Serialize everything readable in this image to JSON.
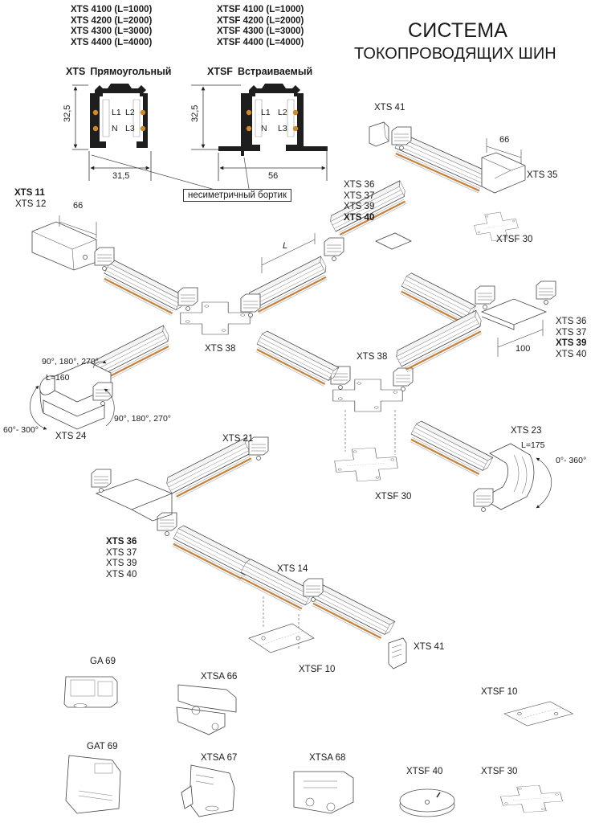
{
  "title": {
    "line1": "СИСТЕМА",
    "line2": "ТОКОПРОВОДЯЩИХ ШИН"
  },
  "track_models": {
    "xts": [
      "XTS 4100 (L=1000)",
      "XTS 4200 (L=2000)",
      "XTS 4300 (L=3000)",
      "XTS 4400 (L=4000)"
    ],
    "xtsf": [
      "XTSF 4100 (L=1000)",
      "XTSF 4200 (L=2000)",
      "XTSF 4300 (L=3000)",
      "XTSF 4400 (L=4000)"
    ]
  },
  "profiles": {
    "xts": {
      "code": "XTS",
      "name": "Прямоугольный",
      "height": "32,5",
      "width": "31,5",
      "phases": [
        "L1",
        "N",
        "L2",
        "L3"
      ]
    },
    "xtsf": {
      "code": "XTSF",
      "name": "Встраиваемый",
      "height": "32,5",
      "width": "56",
      "phases": [
        "L1",
        "N",
        "L2",
        "L3"
      ]
    },
    "callout": "несиметричный бортик"
  },
  "labels": {
    "xts41_top": "XTS 41",
    "dim_66_top": "66",
    "xts35": "XTS 35",
    "group_top": [
      {
        "text": "XTS 36",
        "bold": false
      },
      {
        "text": "XTS 37",
        "bold": false
      },
      {
        "text": "XTS 39",
        "bold": false
      },
      {
        "text": "XTS 40",
        "bold": true
      }
    ],
    "xtsf30_top": "XTSF 30",
    "xts11": "XTS 11",
    "xts12": "XTS 12",
    "dim_66_left": "66",
    "dim_L": "L",
    "group_right": [
      {
        "text": "XTS 36",
        "bold": false
      },
      {
        "text": "XTS 37",
        "bold": false
      },
      {
        "text": "XTS 39",
        "bold": true
      },
      {
        "text": "XTS 40",
        "bold": false
      }
    ],
    "dim_100": "100",
    "xts38_left": "XTS 38",
    "xts38_center": "XTS 38",
    "angle_top": "90°, 180°, 270°",
    "l160": "L=160",
    "angle_bottom": "90°, 180°, 270°",
    "angle_60_300": "60°- 300°",
    "xts24": "XTS 24",
    "xts21": "XTS 21",
    "xts23": "XTS 23",
    "l175": "L=175",
    "angle_0_360": "0°- 360°",
    "xtsf30_mid": "XTSF 30",
    "group_left": [
      {
        "text": "XTS 36",
        "bold": true
      },
      {
        "text": "XTS 37",
        "bold": false
      },
      {
        "text": "XTS 39",
        "bold": false
      },
      {
        "text": "XTS 40",
        "bold": false
      }
    ],
    "xts14": "XTS 14",
    "xts41_bottom": "XTS 41",
    "xtsf10_mid": "XTSF 10"
  },
  "accessories": [
    {
      "id": "ga69",
      "label": "GA 69"
    },
    {
      "id": "xtsa66",
      "label": "XTSA 66"
    },
    {
      "id": "xtsf10",
      "label": "XTSF 10"
    },
    {
      "id": "gat69",
      "label": "GAT 69"
    },
    {
      "id": "xtsa67",
      "label": "XTSA 67"
    },
    {
      "id": "xtsa68",
      "label": "XTSA 68"
    },
    {
      "id": "xtsf40",
      "label": "XTSF 40"
    },
    {
      "id": "xtsf30",
      "label": "XTSF 30"
    }
  ],
  "colors": {
    "line": "#3a3a3a",
    "copper": "#c8803a",
    "profile_fill": "#1e1e1e",
    "contact": "#d08a2a"
  }
}
